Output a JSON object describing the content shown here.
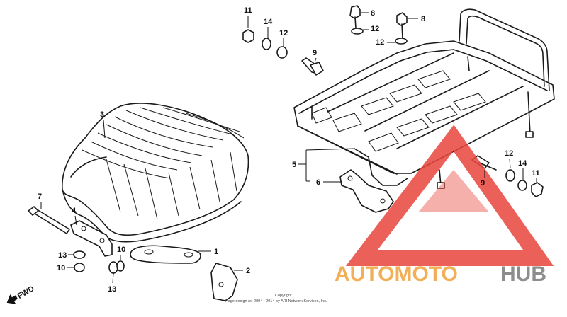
{
  "colors": {
    "line": "#1a1a1a",
    "watermark_red": "#e8453c",
    "watermark_orange": "#f0a23a",
    "watermark_grey": "#7a7a7a"
  },
  "callouts": {
    "n1": "1",
    "n2": "2",
    "n3": "3",
    "n4": "4",
    "n5": "5",
    "n6": "6",
    "n7": "7",
    "n8a": "8",
    "n8b": "8",
    "n9a": "9",
    "n9b": "9",
    "n10a": "10",
    "n10b": "10",
    "n11a": "11",
    "n11b": "11",
    "n12a": "12",
    "n12b": "12",
    "n12c": "12",
    "n12d": "12",
    "n13a": "13",
    "n13b": "13",
    "n14a": "14",
    "n14b": "14"
  },
  "fwd_label": "FWD",
  "copyright": {
    "line1": "Copyright",
    "line2": "Page design (c) 2004 - 2014 by ARI Network Services, Inc."
  },
  "watermark": {
    "part1": "AUTOMOTO",
    "part2": "HUB"
  }
}
